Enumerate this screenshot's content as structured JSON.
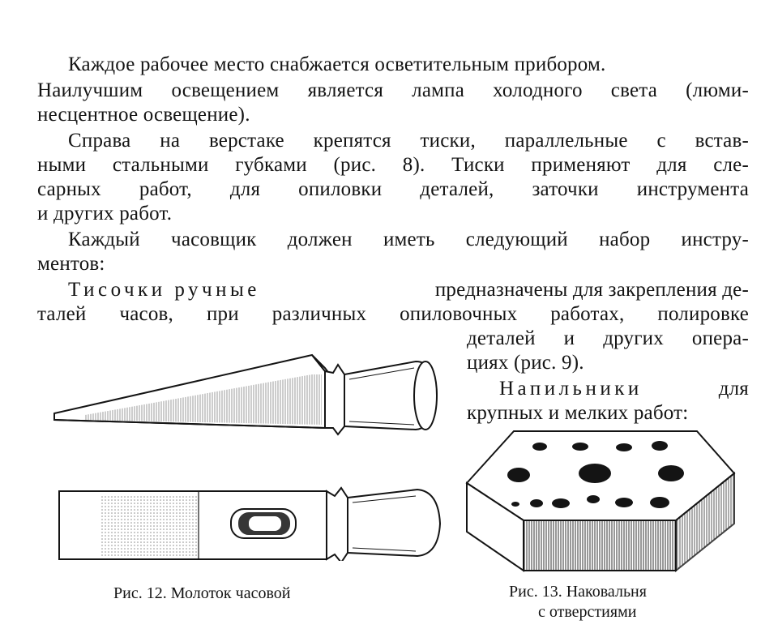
{
  "paragraphs": {
    "p1": [
      "Каждое рабочее место снабжается осветительным прибором.",
      "Наилучшим освещением является лампа холодного света (люми-",
      "несцентное освещение)."
    ],
    "p2": [
      "Справа на верстаке крепятся тиски, параллельные с встав-",
      "ными стальными губками (рис. 8). Тиски применяют для сле-",
      "сарных работ, для опиловки деталей, заточки инструмента",
      "и других работ."
    ],
    "p3": [
      "Каждый часовщик должен иметь следующий набор инстру-",
      "ментов:"
    ],
    "p4": {
      "term": "Тисочки ручные",
      "line1_rest": "предназначены для закрепления де-",
      "line2": "талей часов, при различных опиловочных работах, полировке",
      "line3": "деталей и других опера-",
      "line4": "циях (рис. 9)."
    },
    "p5": {
      "term": "Напильники",
      "line1_rest": "для",
      "line2": "крупных и мелких работ:"
    }
  },
  "figures": {
    "fig12": {
      "caption": "Рис. 12. Молоток часовой",
      "illustration": "watch-hammer"
    },
    "fig13": {
      "caption_line1": "Рис. 13. Наковальня",
      "caption_line2": "с отверстиями",
      "illustration": "anvil-with-holes"
    }
  }
}
